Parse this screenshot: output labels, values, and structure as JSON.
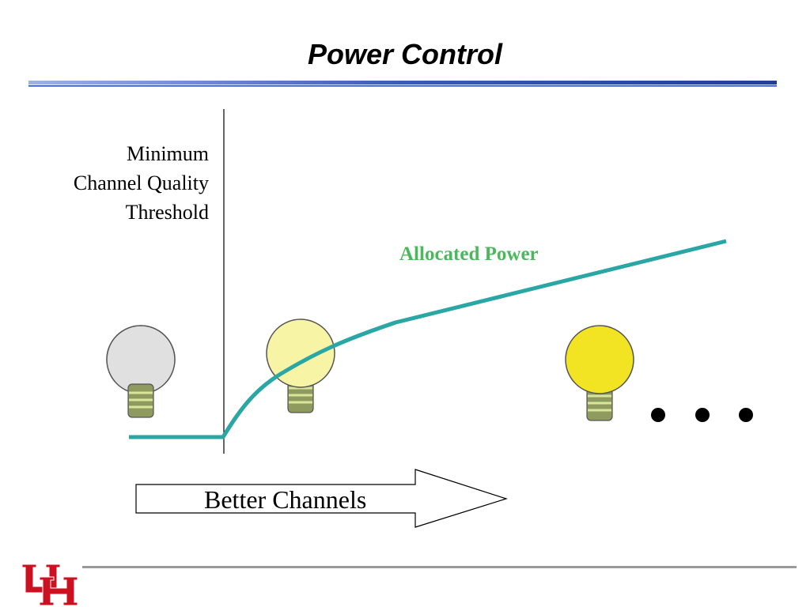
{
  "slide": {
    "title": "Power Control",
    "threshold_label": [
      "Minimum",
      "Channel Quality",
      "Threshold"
    ],
    "curve_label": "Allocated Power",
    "arrow_label": "Better Channels",
    "continuation": "• • •"
  },
  "icons": {
    "bulbs": [
      "lightbulb-off-icon",
      "lightbulb-dim-icon",
      "lightbulb-bright-icon"
    ],
    "logo": "uh-logo-icon"
  },
  "colors": {
    "title_rule": "#1f3f99",
    "curve": "#2aa7a4",
    "curve_label": "#4cb85c",
    "bulb_off": "#e0e0e0",
    "bulb_dim": "#f8f4a6",
    "bulb_bright": "#f2e422",
    "logo": "#cc1122"
  }
}
